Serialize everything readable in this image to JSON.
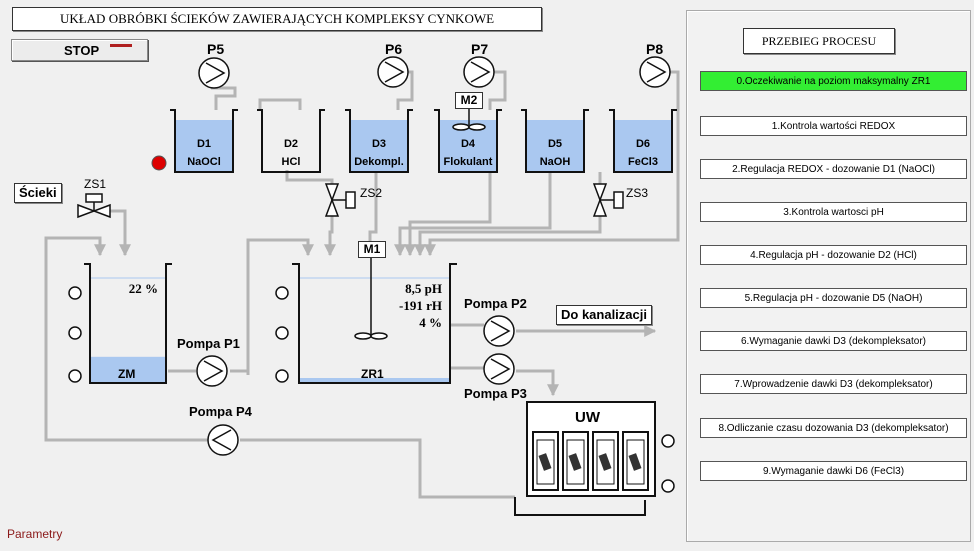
{
  "title": "UKŁAD OBRÓBKI ŚCIEKÓW ZAWIERAJĄCYCH KOMPLEKSY CYNKOWE",
  "stop_button": "STOP",
  "pumps": {
    "p5": "P5",
    "p6": "P6",
    "p7": "P7",
    "p8": "P8",
    "p1": "Pompa P1",
    "p2": "Pompa P2",
    "p3": "Pompa P3",
    "p4": "Pompa P4"
  },
  "dosing_tanks": [
    {
      "id": "D1",
      "name": "NaOCl"
    },
    {
      "id": "D2",
      "name": "HCl"
    },
    {
      "id": "D3",
      "name": "Dekompl."
    },
    {
      "id": "D4",
      "name": "Flokulant"
    },
    {
      "id": "D5",
      "name": "NaOH"
    },
    {
      "id": "D6",
      "name": "FeCl3"
    }
  ],
  "mixers": {
    "m1": "M1",
    "m2": "M2"
  },
  "valves": {
    "zs1": "ZS1",
    "zs2": "ZS2",
    "zs3": "ZS3"
  },
  "inlet_label": "Ścieki",
  "outlet_label": "Do kanalizacji",
  "zm": {
    "name": "ZM",
    "level": "22 %",
    "level_value": 0.22
  },
  "zr1": {
    "name": "ZR1",
    "ph": "8,5 pH",
    "rh": "-191 rH",
    "level": "4 %",
    "level_value": 0.04
  },
  "uw_label": "UW",
  "process": {
    "title": "PRZEBIEG PROCESU",
    "active_step": 0,
    "steps": [
      "0.Oczekiwanie na poziom maksymalny ZR1",
      "1.Kontrola wartości REDOX",
      "2.Regulacja REDOX - dozowanie D1 (NaOCl)",
      "3.Kontrola wartosci pH",
      "4.Regulacja pH - dozowanie D2 (HCl)",
      "5.Regulacja pH - dozowanie D5 (NaOH)",
      "6.Wymaganie dawki D3 (dekompleksator)",
      "7.Wprowadzenie dawki D3 (dekompleksator)",
      "8.Odliczanie czasu dozowania D3 (dekompleksator)",
      "9.Wymaganie dawki D6 (FeCl3)"
    ]
  },
  "parametry_link": "Parametry",
  "colors": {
    "liquid": "#aac8f0",
    "active_step": "#33ee33",
    "pipe": "#b4b4b4",
    "alarm": "#dd0000"
  }
}
